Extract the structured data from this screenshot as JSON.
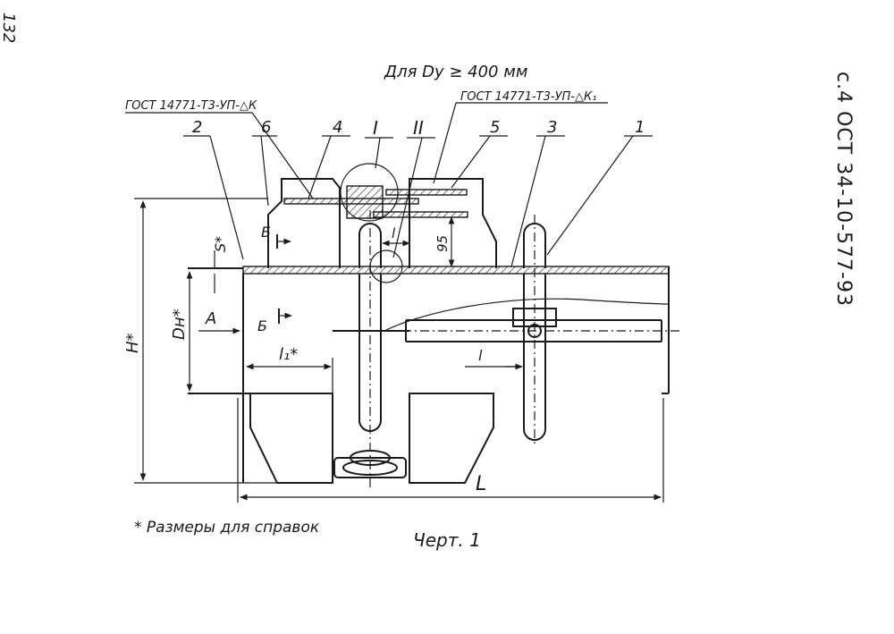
{
  "page_number": "132",
  "standard_code": "с.4 ОСТ 34-10-577-93",
  "title": "Для Dy ≥ 400 мм",
  "weld_left": "ГОСТ 14771-Т3-УП-△К",
  "weld_right": "ГОСТ 14771-Т3-УП-△К₁",
  "views": {
    "one": "I",
    "two": "II"
  },
  "positions": {
    "p1": "1",
    "p2": "2",
    "p3": "3",
    "p4": "4",
    "p5": "5",
    "p6": "6"
  },
  "dims": {
    "s": "S*",
    "dn": "Dн*",
    "h": "H*",
    "l1": "l₁*",
    "l": "l",
    "l_small": "l",
    "n95": "95",
    "L": "L"
  },
  "sections": {
    "b_top": "Б",
    "b_bottom": "Б",
    "a": "А"
  },
  "footnote": "* Размеры для справок",
  "caption": "Черт. 1"
}
